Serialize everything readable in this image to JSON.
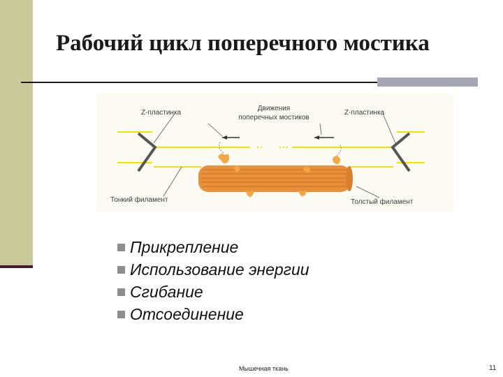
{
  "slide": {
    "title": "Рабочий цикл поперечного мостика",
    "footer": "Мышечная ткань",
    "page_number": "11"
  },
  "figure": {
    "labels": {
      "z_left": "Z-пластинка",
      "z_right": "Z-пластинка",
      "movement_line1": "Движения",
      "movement_line2": "поперечных мостиков",
      "thin": "Тонкий филамент",
      "thick": "Толстый филамент"
    },
    "colors": {
      "thin_filament": "#f2e200",
      "thick_filament": "#e8903a",
      "myosin_head": "#f2a844",
      "z_disc": "#555555"
    }
  },
  "bullets": [
    "Прикрепление",
    "Использование энергии",
    "Сгибание",
    "Отсоединение"
  ]
}
